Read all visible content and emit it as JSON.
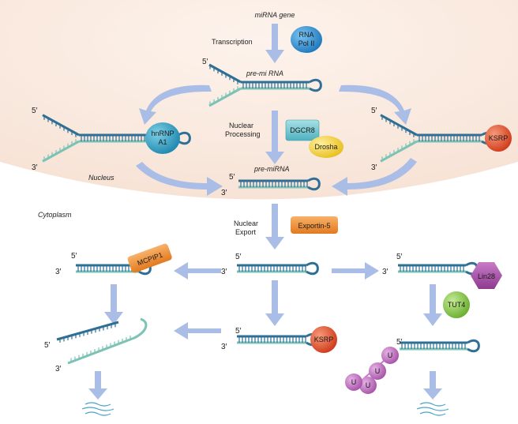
{
  "labels": {
    "mirna_gene": "miRNA gene",
    "transcription": "Transcription",
    "pre_mi_rna": "pre-mi RNA",
    "nuclear_processing_1": "Nuclear",
    "nuclear_processing_2": "Processing",
    "pre_mirna": "pre-miRNA",
    "nucleus": "Nucleus",
    "cytoplasm": "Cytoplasm",
    "nuclear_export_1": "Nuclear",
    "nuclear_export_2": "Export"
  },
  "ends": {
    "five": "5′",
    "three": "3′"
  },
  "proteins": {
    "rna_pol_1": "RNA",
    "rna_pol_2": "Pol II",
    "hnrnp_1": "hnRNP",
    "hnrnp_2": "A1",
    "dgcr8": "DGCR8",
    "drosha": "Drosha",
    "ksrp": "KSRP",
    "exportin5": "Exportin-5",
    "mcpip1": "MCPIP1",
    "lin28": "Lin28",
    "tut4": "TUT4",
    "uridine": "U"
  },
  "colors": {
    "nucleus_bg": "#fbeee5",
    "rna_dark": "#2f6f95",
    "rna_light": "#7cc3b6",
    "arrow": "#a9bde6",
    "rna_pol": "#2b8fd6",
    "hnrnp": "#2a9dc4",
    "dgcr8": "#6bc2cc",
    "drosha": "#f2d33a",
    "ksrp": "#e2502d",
    "exportin": "#ef8a2e",
    "lin28": "#a64aa6",
    "tut4": "#86c747",
    "uridine": "#c978c9"
  }
}
